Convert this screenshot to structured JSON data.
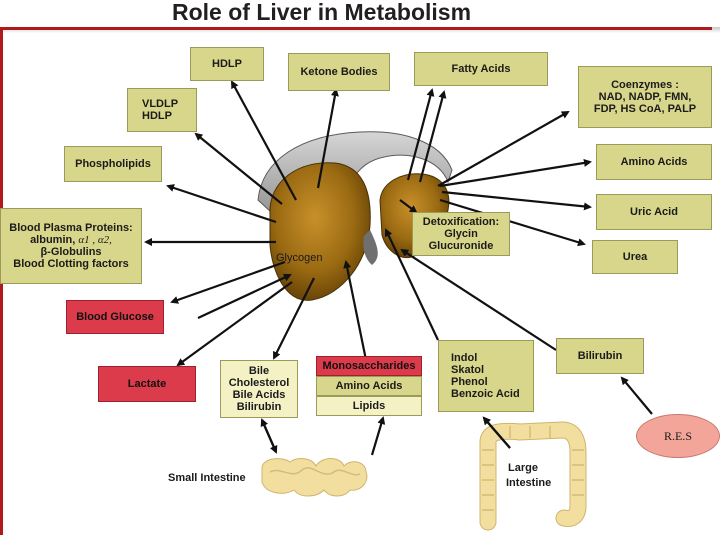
{
  "title": "Role of Liver in Metabolism",
  "nodes": {
    "hdlp": "HDLP",
    "vldlp_line1": "VLDLP",
    "vldlp_line2": "HDLP",
    "ketone_bodies": "Ketone Bodies",
    "fatty_acids": "Fatty Acids",
    "coenzymes_line1": "Coenzymes :",
    "coenzymes_line2": "NAD, NADP, FMN,",
    "coenzymes_line3": "FDP, HS CoA, PALP",
    "phospholipids": "Phospholipids",
    "amino_acids_right": "Amino Acids",
    "uric_acid": "Uric Acid",
    "urea": "Urea",
    "plasma_line1": "Blood Plasma Proteins:",
    "plasma_line2a": "albumin,",
    "plasma_line2b": "α1 , α2,",
    "plasma_line3": "β-Globulins",
    "plasma_line4": "Blood Clotting factors",
    "detox_line1": "Detoxification:",
    "detox_line2": "Glycin",
    "detox_line3": "Glucuronide",
    "glycogen": "Glycogen",
    "blood_glucose": "Blood Glucose",
    "bilirubin_right": "Bilirubin",
    "lactate": "Lactate",
    "bile_line1": "Bile",
    "bile_line2": "Cholesterol",
    "bile_line3": "Bile Acids",
    "bile_line4": "Bilirubin",
    "monosaccharides": "Monosaccharides",
    "amino_acids_bottom": "Amino Acids",
    "lipids": "Lipids",
    "indol_line1": "Indol",
    "indol_line2": "Skatol",
    "indol_line3": "Phenol",
    "indol_line4": "Benzoic Acid",
    "res": "R.E.S",
    "small_intestine": "Small Intestine",
    "large_intestine_line1": "Large",
    "large_intestine_line2": "Intestine"
  },
  "colors": {
    "box_fill": "#d8d68a",
    "alert_fill": "#db3b4a",
    "liver": "#9a6a12",
    "intestine": "#f2dfa0",
    "res_fill": "#f3a59a"
  }
}
